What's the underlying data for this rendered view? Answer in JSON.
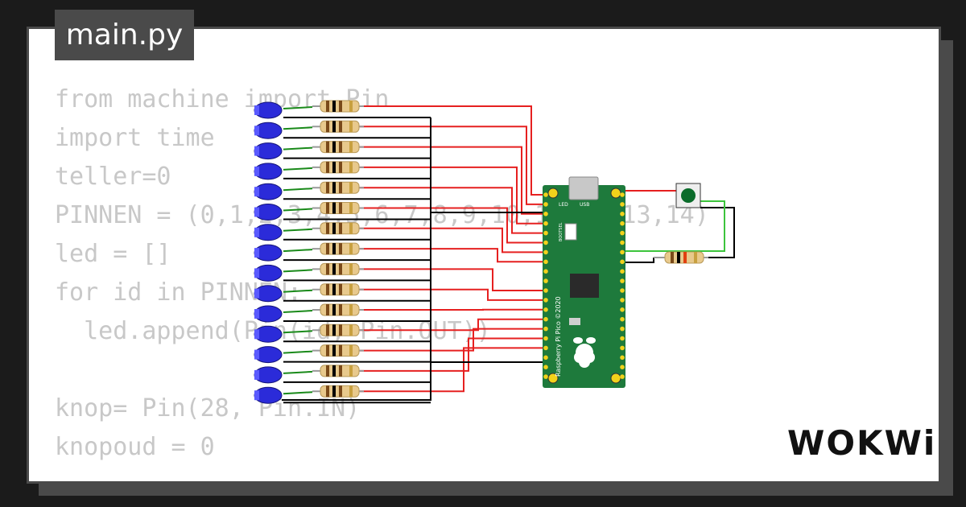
{
  "file_tab": {
    "label": "main.py"
  },
  "code_lines": [
    "from machine import Pin",
    "import time",
    "teller=0",
    "PINNEN = (0,1,2,3,4,5,6,7,8,9,10,11,12,13,14)",
    "led = []",
    "for id in PINNEN:",
    "  led.append(Pin(id, Pin.OUT))",
    "",
    "knop= Pin(28, Pin.IN)",
    "knopoud = 0"
  ],
  "board": {
    "name_text": "Raspberry Pi Pico ©2020",
    "bootsel_label": "BOOTSEL",
    "led_label": "LED",
    "usb_label": "USB"
  },
  "brand": {
    "label": "WOKWi"
  },
  "colors": {
    "led": "#2b2bd9",
    "wire_signal": "#e62020",
    "wire_gnd": "#000000",
    "wire_led": "#1a8a1a",
    "board": "#1e7a3c",
    "button": "#0a6b2a"
  },
  "led_count": 15
}
